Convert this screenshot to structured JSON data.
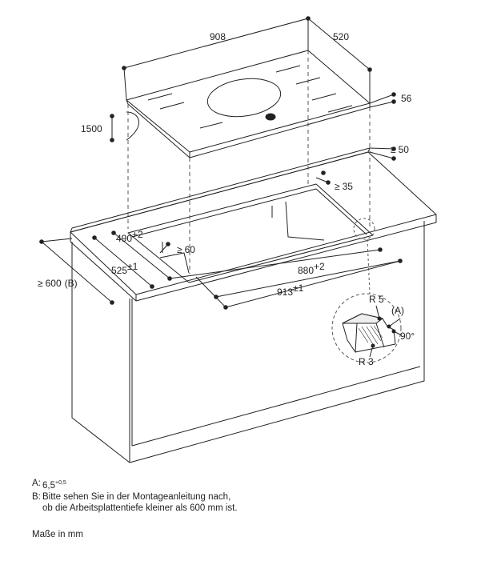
{
  "dimensions": {
    "width": "908",
    "depth": "520",
    "hob_height": "56",
    "cable_length": "1500",
    "rear_offset": {
      "prefix": "≥",
      "value": "50"
    },
    "rear_gap": {
      "prefix": "≥",
      "value": "35"
    },
    "front_gap": {
      "prefix": "≥",
      "value": "60"
    },
    "cutout_depth_a": {
      "value": "490",
      "tol": "+2"
    },
    "cutout_depth_b": {
      "value": "525",
      "tol": "±1"
    },
    "cutout_width_a": {
      "value": "880",
      "tol": "+2"
    },
    "cutout_width_b": {
      "value": "913",
      "tol": "±1"
    },
    "worktop_depth": {
      "prefix": "≥",
      "value": "600",
      "suffix": "(B)"
    }
  },
  "detail": {
    "radius_top": "R 5",
    "radius_bottom": "R 3",
    "marker": "(A)",
    "angle": "90°"
  },
  "notes": [
    {
      "key": "A:",
      "lines": [
        "6,5"
      ],
      "sup": "+0,5"
    },
    {
      "key": "B:",
      "lines": [
        "Bitte sehen Sie in der Montageanleitung nach,",
        "ob die Arbeitsplattentiefe kleiner als 600 mm ist."
      ],
      "sup": ""
    }
  ],
  "units_note": "Maße in mm",
  "colors": {
    "line": "#222222",
    "dashed": "#555555",
    "background": "#ffffff"
  }
}
